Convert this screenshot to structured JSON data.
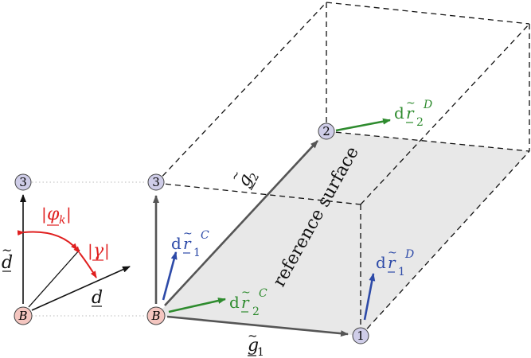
{
  "nodes": {
    "B_left": "B",
    "three_left": "3",
    "B_main": "B",
    "three_main": "3",
    "one": "1",
    "two": "2"
  },
  "labels": {
    "d_tilde_left": "d",
    "d_left": "d",
    "phi_k": "|φk|",
    "gamma": "|γ|",
    "g1": "g1",
    "g2": "g2",
    "dr1C": "dr1C",
    "dr2C": "dr2C",
    "dr1D": "dr1D",
    "dr2D": "dr2D",
    "surface": "reference surface"
  },
  "colors": {
    "node_B": "#f4c6c0",
    "node_num": "#cfcde8",
    "surface": "#e8e8e8",
    "blue": "#2d4aa8",
    "green": "#2e8b2e",
    "red": "#e01f1f",
    "gray_arrow": "#555555"
  }
}
